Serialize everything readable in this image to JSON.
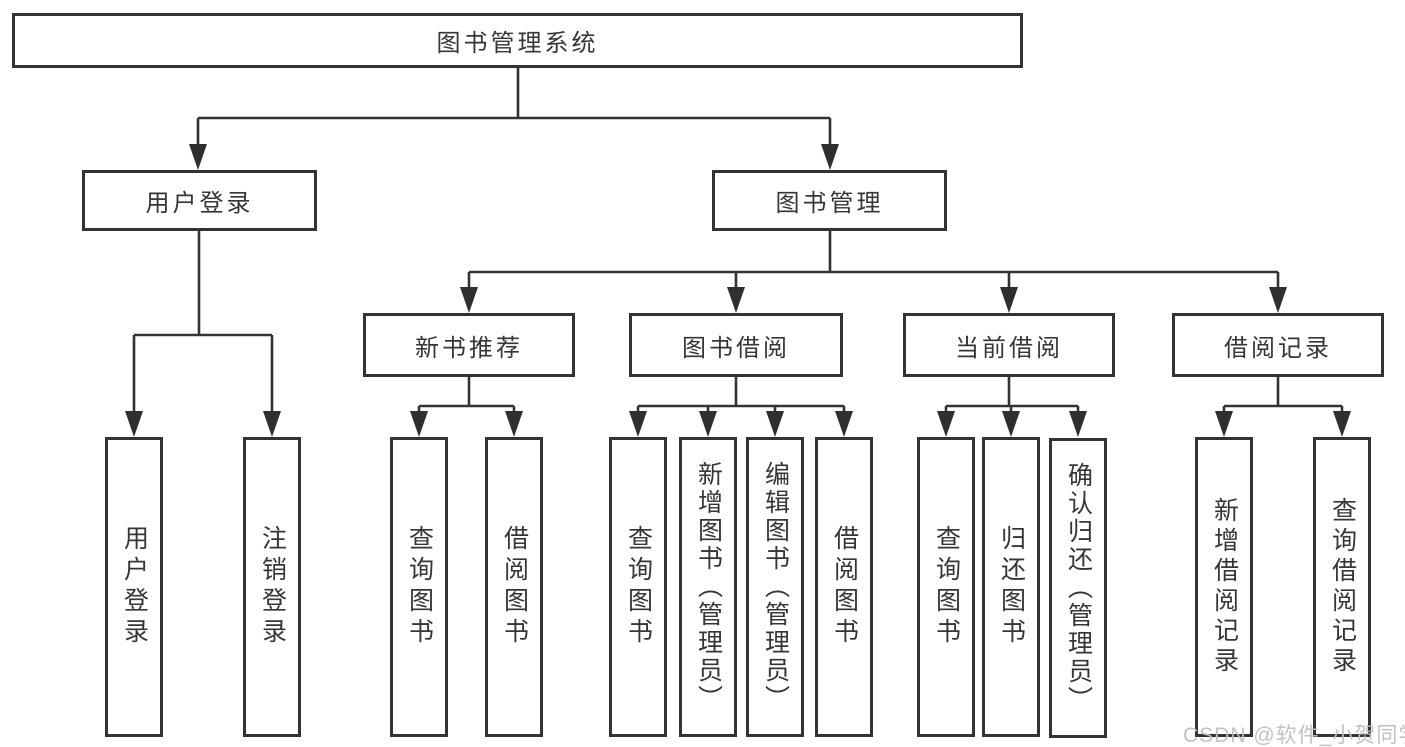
{
  "tree": {
    "label": "图书管理系统",
    "children": [
      {
        "label": "用户登录",
        "children": [
          {
            "label": "用户登录"
          },
          {
            "label": "注销登录"
          }
        ]
      },
      {
        "label": "图书管理",
        "children": [
          {
            "label": "新书推荐",
            "children": [
              {
                "label": "查询图书"
              },
              {
                "label": "借阅图书"
              }
            ]
          },
          {
            "label": "图书借阅",
            "children": [
              {
                "label": "查询图书"
              },
              {
                "label": "新增图书（管理员）"
              },
              {
                "label": "编辑图书（管理员）"
              },
              {
                "label": "借阅图书"
              }
            ]
          },
          {
            "label": "当前借阅",
            "children": [
              {
                "label": "查询图书"
              },
              {
                "label": "归还图书"
              },
              {
                "label": "确认归还（管理员）"
              }
            ]
          },
          {
            "label": "借阅记录",
            "children": [
              {
                "label": "新增借阅记录"
              },
              {
                "label": "查询借阅记录"
              }
            ]
          }
        ]
      }
    ]
  },
  "watermark": {
    "text": "CSDN @软件_小贺同学"
  },
  "colors": {
    "line": "#333333",
    "text": "#363636",
    "background": "#ffffff",
    "watermark": "#bebec5"
  }
}
